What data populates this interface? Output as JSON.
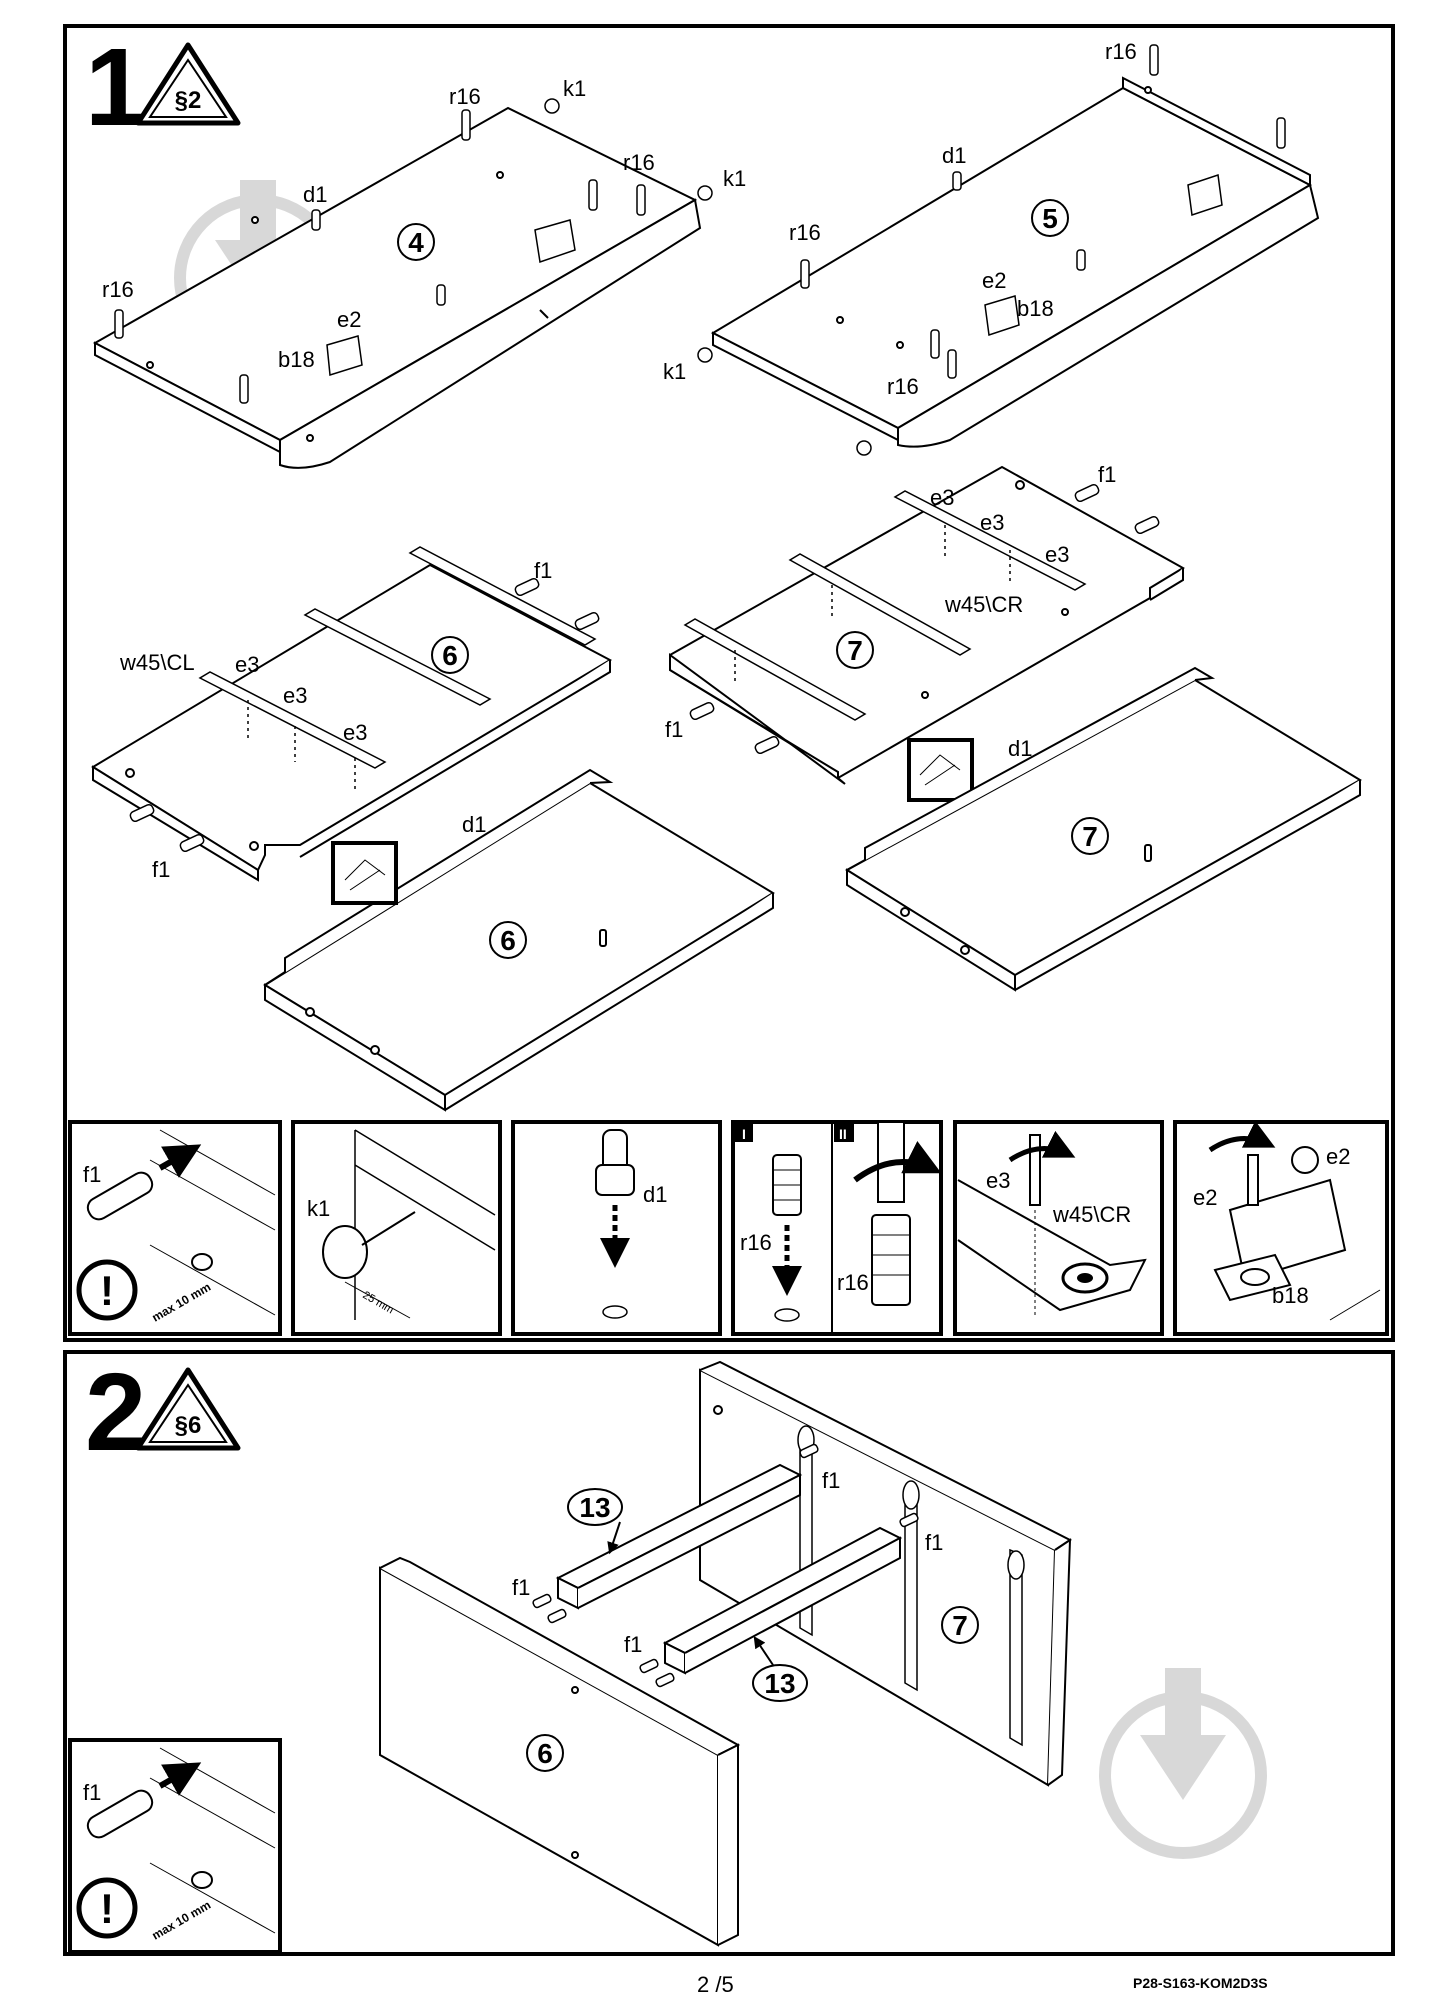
{
  "step1": {
    "number": "1",
    "badge": "§2",
    "panel_labels": {
      "p4": "4",
      "p5": "5",
      "p6_top": "6",
      "p6_bottom": "6",
      "p7_top": "7",
      "p7_bottom": "7"
    },
    "hardware": {
      "r16": "r16",
      "k1": "k1",
      "d1": "d1",
      "e2": "e2",
      "b18": "b18",
      "f1": "f1",
      "e3": "e3",
      "w45cl": "w45\\CL",
      "w45cr": "w45\\CR"
    },
    "details": {
      "f1": "f1",
      "f1_max": "max 10 mm",
      "k1": "k1",
      "k1_dim": "25 mm",
      "d1": "d1",
      "stage_1": "I",
      "stage_2": "II",
      "r16_a": "r16",
      "r16_b": "r16",
      "e3": "e3",
      "w45cr": "w45\\CR",
      "e2_a": "e2",
      "e2_b": "e2",
      "b18": "b18"
    }
  },
  "step2": {
    "number": "2",
    "badge": "§6",
    "panel_labels": {
      "p13_a": "13",
      "p13_b": "13",
      "p7": "7",
      "p6": "6"
    },
    "hardware": {
      "f1_a": "f1",
      "f1_b": "f1",
      "f1_c": "f1",
      "f1_d": "f1"
    },
    "detail": {
      "f1": "f1",
      "f1_max": "max 10 mm"
    }
  },
  "footer": {
    "page": "2 /5",
    "code": "P28-S163-KOM2D3S"
  }
}
